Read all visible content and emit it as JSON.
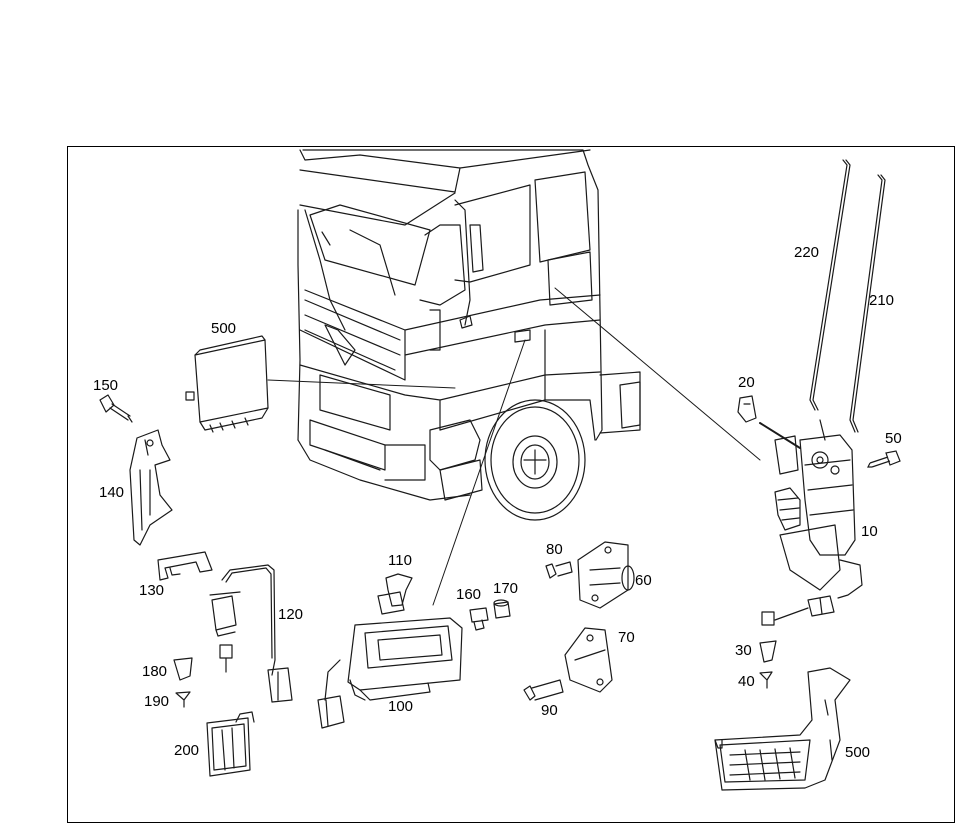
{
  "labels": {
    "p10": "10",
    "p20": "20",
    "p30": "30",
    "p40": "40",
    "p50": "50",
    "p60": "60",
    "p70": "70",
    "p80": "80",
    "p90": "90",
    "p100": "100",
    "p110": "110",
    "p120": "120",
    "p130": "130",
    "p140": "140",
    "p150": "150",
    "p160": "160",
    "p170": "170",
    "p180": "180",
    "p190": "190",
    "p200": "200",
    "p210": "210",
    "p220": "220",
    "p500a": "500",
    "p500b": "500"
  },
  "colors": {
    "line": "#1a1a1a",
    "frame": "#000000",
    "background": "#ffffff"
  }
}
